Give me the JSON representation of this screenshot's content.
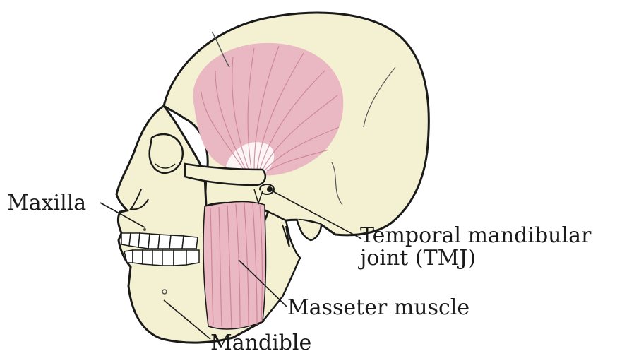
{
  "labels": {
    "maxilla": "Maxilla",
    "tmj_line1": "Temporal mandibular",
    "tmj_line2": "joint (TMJ)",
    "masseter": "Masseter muscle",
    "mandible": "Mandible"
  },
  "colors": {
    "bone": "#f3f1d2",
    "muscle": "#e9b8c3",
    "muscle_fiber": "#c97d8e",
    "outline": "#1a1a1a",
    "background": "#ffffff"
  }
}
